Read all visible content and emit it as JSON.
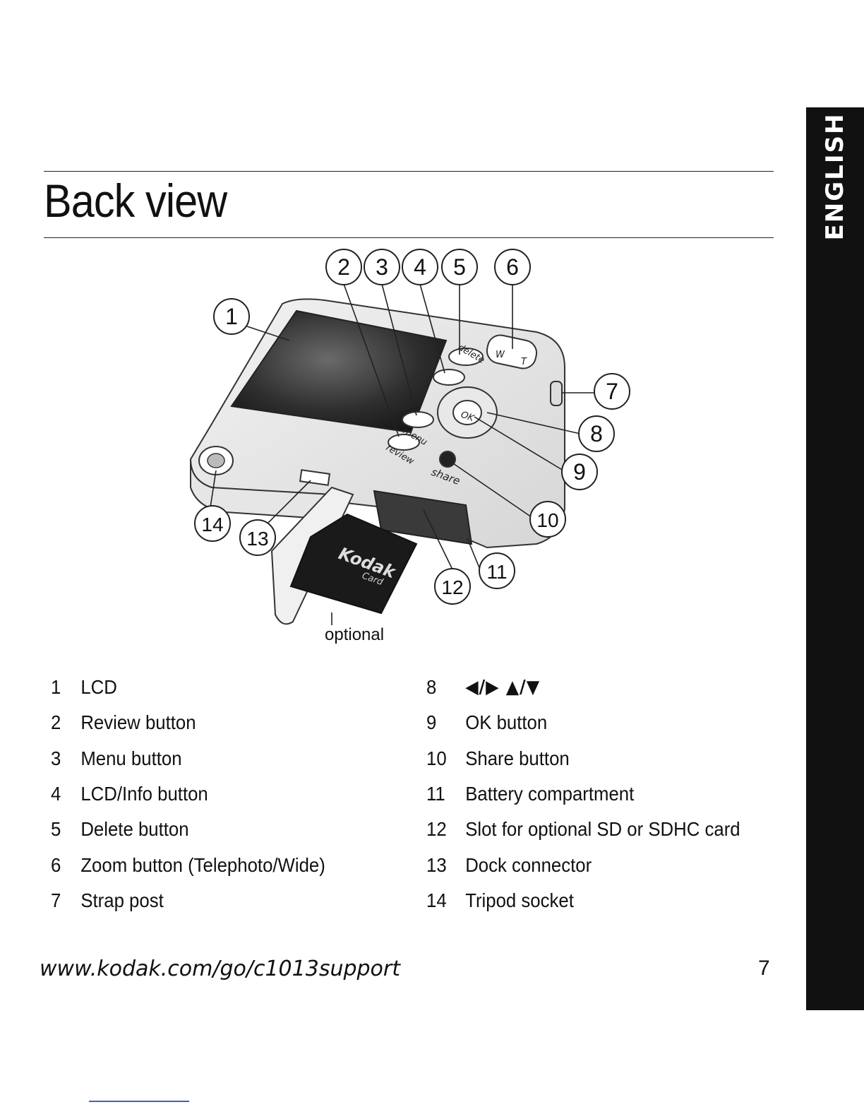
{
  "side_tab": {
    "label": "ENGLISH"
  },
  "title": "Back view",
  "figure": {
    "camera_labels": {
      "delete": "delete",
      "menu": "menu",
      "review": "review",
      "share": "share",
      "ok": "OK",
      "zoom_w": "W",
      "zoom_t": "T",
      "card_brand": "Kodak",
      "card_word": "Card"
    },
    "callouts": [
      "1",
      "2",
      "3",
      "4",
      "5",
      "6",
      "7",
      "8",
      "9",
      "10",
      "11",
      "12",
      "13",
      "14"
    ],
    "optional_label": "optional"
  },
  "legend": {
    "left": [
      {
        "num": "1",
        "text": "LCD"
      },
      {
        "num": "2",
        "text": "Review button"
      },
      {
        "num": "3",
        "text": "Menu button"
      },
      {
        "num": "4",
        "text": "LCD/Info button"
      },
      {
        "num": "5",
        "text": "Delete button"
      },
      {
        "num": "6",
        "text": "Zoom button (Telephoto/Wide)"
      },
      {
        "num": "7",
        "text": "Strap post"
      }
    ],
    "right": [
      {
        "num": "8",
        "text": "◀/▶ ▲/▼"
      },
      {
        "num": "9",
        "text": "OK button"
      },
      {
        "num": "10",
        "text": "Share button"
      },
      {
        "num": "11",
        "text": "Battery compartment"
      },
      {
        "num": "12",
        "text": "Slot for optional SD or SDHC card"
      },
      {
        "num": "13",
        "text": "Dock connector"
      },
      {
        "num": "14",
        "text": "Tripod socket"
      }
    ]
  },
  "footer": {
    "url": "www.kodak.com/go/c1013support",
    "page_number": "7"
  },
  "colors": {
    "tab_bg": "#111111",
    "ink": "#111111",
    "paper": "#ffffff"
  }
}
